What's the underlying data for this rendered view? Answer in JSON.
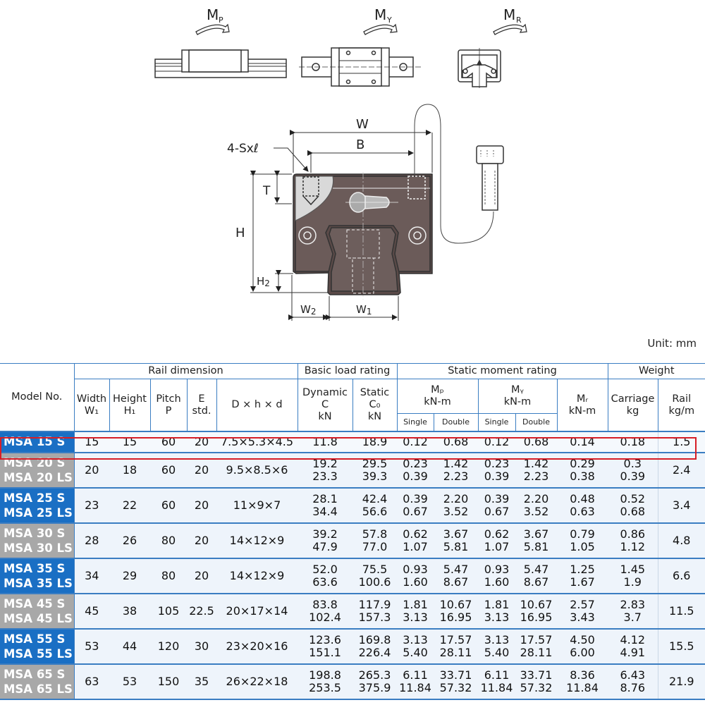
{
  "diagram": {
    "moments": [
      {
        "label": "M",
        "sub": "P"
      },
      {
        "label": "M",
        "sub": "Y"
      },
      {
        "label": "M",
        "sub": "R"
      }
    ],
    "dims": {
      "W": "W",
      "B": "B",
      "S": "4-Sxℓ",
      "T": "T",
      "H": "H",
      "H2": "H2",
      "W2": "W2",
      "W1": "W1"
    }
  },
  "unit": "Unit: mm",
  "table": {
    "groups": {
      "model": "Model No.",
      "rail": "Rail dimension",
      "load": "Basic load rating",
      "moment": "Static moment rating",
      "weight": "Weight"
    },
    "headers": {
      "width": [
        "Width",
        "W₁"
      ],
      "height": [
        "Height",
        "H₁"
      ],
      "pitch": [
        "Pitch",
        "P"
      ],
      "e": [
        "E",
        "std."
      ],
      "dhd": "D × h × d",
      "dynamic": [
        "Dynamic",
        "C",
        "kN"
      ],
      "static": [
        "Static",
        "C₀",
        "kN"
      ],
      "mp": [
        "Mₚ",
        "kN-m"
      ],
      "my": [
        "Mᵧ",
        "kN-m"
      ],
      "mr": [
        "Mᵣ",
        "kN-m"
      ],
      "single": "Single",
      "double": "Double",
      "carriage": [
        "Carriage",
        "kg"
      ],
      "rail": [
        "Rail",
        "kg/m"
      ]
    },
    "rows": [
      {
        "models": [
          "MSA 15 S"
        ],
        "color": "blue",
        "w": "15",
        "h": "15",
        "p": "60",
        "e": "20",
        "dhd": "7.5×5.3×4.5",
        "dyn": [
          "11.8"
        ],
        "sta": [
          "18.9"
        ],
        "mps": [
          "0.12"
        ],
        "mpd": [
          "0.68"
        ],
        "mys": [
          "0.12"
        ],
        "myd": [
          "0.68"
        ],
        "mr": [
          "0.14"
        ],
        "car": [
          "0.18"
        ],
        "rail": "1.5"
      },
      {
        "models": [
          "MSA 20 S",
          "MSA 20 LS"
        ],
        "color": "gray",
        "w": "20",
        "h": "18",
        "p": "60",
        "e": "20",
        "dhd": "9.5×8.5×6",
        "dyn": [
          "19.2",
          "23.3"
        ],
        "sta": [
          "29.5",
          "39.3"
        ],
        "mps": [
          "0.23",
          "0.39"
        ],
        "mpd": [
          "1.42",
          "2.23"
        ],
        "mys": [
          "0.23",
          "0.39"
        ],
        "myd": [
          "1.42",
          "2.23"
        ],
        "mr": [
          "0.29",
          "0.38"
        ],
        "car": [
          "0.3",
          "0.39"
        ],
        "rail": "2.4"
      },
      {
        "models": [
          "MSA 25 S",
          "MSA 25 LS"
        ],
        "color": "blue",
        "w": "23",
        "h": "22",
        "p": "60",
        "e": "20",
        "dhd": "11×9×7",
        "dyn": [
          "28.1",
          "34.4"
        ],
        "sta": [
          "42.4",
          "56.6"
        ],
        "mps": [
          "0.39",
          "0.67"
        ],
        "mpd": [
          "2.20",
          "3.52"
        ],
        "mys": [
          "0.39",
          "0.67"
        ],
        "myd": [
          "2.20",
          "3.52"
        ],
        "mr": [
          "0.48",
          "0.63"
        ],
        "car": [
          "0.52",
          "0.68"
        ],
        "rail": "3.4"
      },
      {
        "models": [
          "MSA 30 S",
          "MSA 30 LS"
        ],
        "color": "gray",
        "w": "28",
        "h": "26",
        "p": "80",
        "e": "20",
        "dhd": "14×12×9",
        "dyn": [
          "39.2",
          "47.9"
        ],
        "sta": [
          "57.8",
          "77.0"
        ],
        "mps": [
          "0.62",
          "1.07"
        ],
        "mpd": [
          "3.67",
          "5.81"
        ],
        "mys": [
          "0.62",
          "1.07"
        ],
        "myd": [
          "3.67",
          "5.81"
        ],
        "mr": [
          "0.79",
          "1.05"
        ],
        "car": [
          "0.86",
          "1.12"
        ],
        "rail": "4.8"
      },
      {
        "models": [
          "MSA 35 S",
          "MSA 35 LS"
        ],
        "color": "blue",
        "w": "34",
        "h": "29",
        "p": "80",
        "e": "20",
        "dhd": "14×12×9",
        "dyn": [
          "52.0",
          "63.6"
        ],
        "sta": [
          "75.5",
          "100.6"
        ],
        "mps": [
          "0.93",
          "1.60"
        ],
        "mpd": [
          "5.47",
          "8.67"
        ],
        "mys": [
          "0.93",
          "1.60"
        ],
        "myd": [
          "5.47",
          "8.67"
        ],
        "mr": [
          "1.25",
          "1.67"
        ],
        "car": [
          "1.45",
          "1.9"
        ],
        "rail": "6.6"
      },
      {
        "models": [
          "MSA 45 S",
          "MSA 45 LS"
        ],
        "color": "gray",
        "w": "45",
        "h": "38",
        "p": "105",
        "e": "22.5",
        "dhd": "20×17×14",
        "dyn": [
          "83.8",
          "102.4"
        ],
        "sta": [
          "117.9",
          "157.3"
        ],
        "mps": [
          "1.81",
          "3.13"
        ],
        "mpd": [
          "10.67",
          "16.95"
        ],
        "mys": [
          "1.81",
          "3.13"
        ],
        "myd": [
          "10.67",
          "16.95"
        ],
        "mr": [
          "2.57",
          "3.43"
        ],
        "car": [
          "2.83",
          "3.7"
        ],
        "rail": "11.5"
      },
      {
        "models": [
          "MSA 55 S",
          "MSA 55 LS"
        ],
        "color": "blue",
        "w": "53",
        "h": "44",
        "p": "120",
        "e": "30",
        "dhd": "23×20×16",
        "dyn": [
          "123.6",
          "151.1"
        ],
        "sta": [
          "169.8",
          "226.4"
        ],
        "mps": [
          "3.13",
          "5.40"
        ],
        "mpd": [
          "17.57",
          "28.11"
        ],
        "mys": [
          "3.13",
          "5.40"
        ],
        "myd": [
          "17.57",
          "28.11"
        ],
        "mr": [
          "4.50",
          "6.00"
        ],
        "car": [
          "4.12",
          "4.91"
        ],
        "rail": "15.5"
      },
      {
        "models": [
          "MSA 65 S",
          "MSA 65 LS"
        ],
        "color": "gray",
        "w": "63",
        "h": "53",
        "p": "150",
        "e": "35",
        "dhd": "26×22×18",
        "dyn": [
          "198.8",
          "253.5"
        ],
        "sta": [
          "265.3",
          "375.9"
        ],
        "mps": [
          "6.11",
          "11.84"
        ],
        "mpd": [
          "33.71",
          "57.32"
        ],
        "mys": [
          "6.11",
          "11.84"
        ],
        "myd": [
          "33.71",
          "57.32"
        ],
        "mr": [
          "8.36",
          "11.84"
        ],
        "car": [
          "6.43",
          "8.76"
        ],
        "rail": "21.9"
      }
    ],
    "highlight_row": "MSA 15 S",
    "colors": {
      "blue": "#1a6fc4",
      "gray": "#a8a8a8",
      "border": "#3a7dc2",
      "highlight": "#d61e27",
      "row_bg": "#eef4fb"
    }
  }
}
